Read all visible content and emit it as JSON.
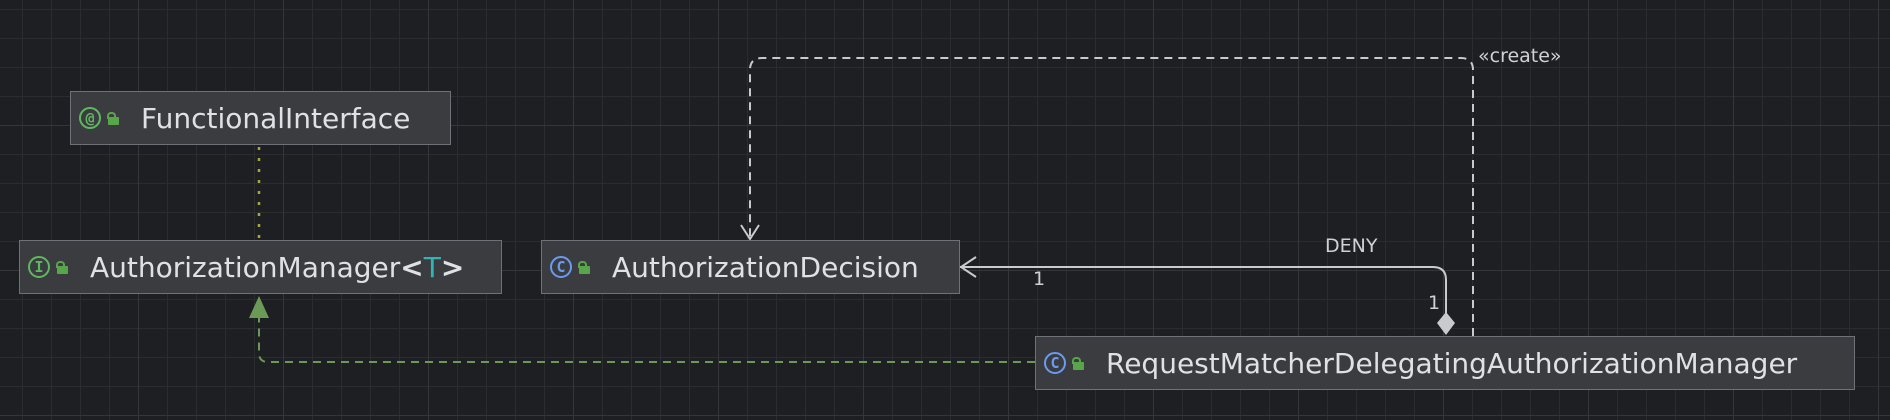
{
  "diagram": {
    "nodes": [
      {
        "id": "functional-interface",
        "kind": "annotation",
        "icon": "@",
        "name": "FunctionalInterface"
      },
      {
        "id": "authorization-manager",
        "kind": "interface",
        "icon": "I",
        "name": "AuthorizationManager",
        "type_param": "T"
      },
      {
        "id": "authorization-decision",
        "kind": "class",
        "icon": "C",
        "name": "AuthorizationDecision"
      },
      {
        "id": "request-matcher-delegating",
        "kind": "class",
        "icon": "C",
        "name": "RequestMatcherDelegatingAuthorizationManager"
      }
    ],
    "edges": [
      {
        "from": "authorization-manager",
        "to": "functional-interface",
        "type": "annotation-dotted"
      },
      {
        "from": "request-matcher-delegating",
        "to": "authorization-manager",
        "type": "implements"
      },
      {
        "from": "request-matcher-delegating",
        "to": "authorization-decision",
        "type": "composition",
        "label": "DENY",
        "source_multiplicity": "1",
        "target_multiplicity": "1"
      },
      {
        "from": "request-matcher-delegating",
        "to": "authorization-decision",
        "type": "dependency",
        "label": "«create»"
      }
    ]
  },
  "labels": {
    "create": "«create»",
    "deny": "DENY",
    "mult_target": "1",
    "mult_source": "1",
    "angle_open": "<",
    "angle_close": ">"
  },
  "colors": {
    "background": "#1e1f22",
    "node_fill": "#3a3c40",
    "node_border": "#6e7178",
    "text": "#dfe1e5",
    "interface_green": "#5fb85f",
    "class_blue": "#6b9bf0",
    "type_param_teal": "#2fb5b5",
    "implements_edge": "#6a9a55",
    "annotation_edge": "#a8a83a",
    "association_edge": "#c8cacd"
  }
}
